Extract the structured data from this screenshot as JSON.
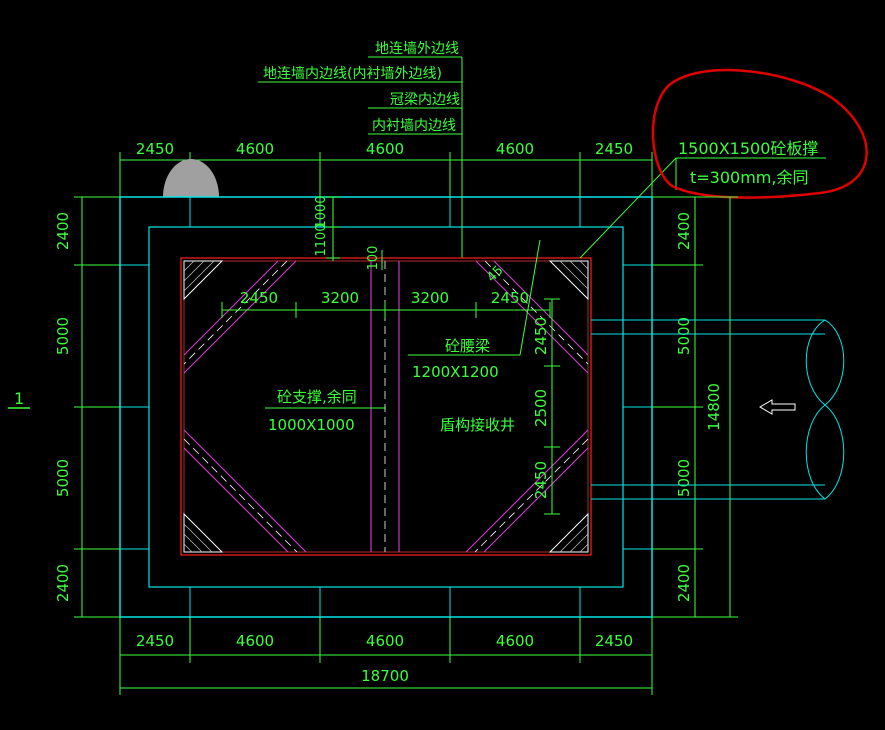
{
  "colors": {
    "background": "#000000",
    "dimension": "#3cff3c",
    "wall": "#00e5e5",
    "inner_wall": "#ff2020",
    "brace": "#d040d0",
    "white": "#ffffff",
    "cloud": "#e00000",
    "hatch": "#bbbbbb"
  },
  "leader_labels": {
    "outer_wall": "地连墙外边线",
    "inner_wall": "地连墙内边线(内衬墙外边线)",
    "crown_beam": "冠梁内边线",
    "lining_inner": "内衬墙内边线"
  },
  "top_dims": [
    "2450",
    "4600",
    "4600",
    "4600",
    "2450"
  ],
  "bottom_dims": [
    "2450",
    "4600",
    "4600",
    "4600",
    "2450"
  ],
  "bottom_total": "18700",
  "left_dims": [
    "2400",
    "5000",
    "5000",
    "2400"
  ],
  "right_dims": [
    "2400",
    "5000",
    "5000",
    "2400"
  ],
  "right_total": "14800",
  "inner_top_dims": [
    "2450",
    "3200",
    "3200",
    "2450"
  ],
  "inner_right_dims": [
    "2450",
    "2500",
    "2450"
  ],
  "vertical_dims": [
    "1100",
    "1000",
    "100"
  ],
  "small_dim": "45",
  "slab_brace": {
    "line1": "1500X1500砼板撑",
    "line2": "t=300mm,余同"
  },
  "waist_beam": {
    "line1": "砼腰梁",
    "line2": "1200X1200"
  },
  "support": {
    "line1": "砼支撑,余同",
    "line2": "1000X1000"
  },
  "shaft_label": "盾构接收井",
  "section_mark": "1"
}
